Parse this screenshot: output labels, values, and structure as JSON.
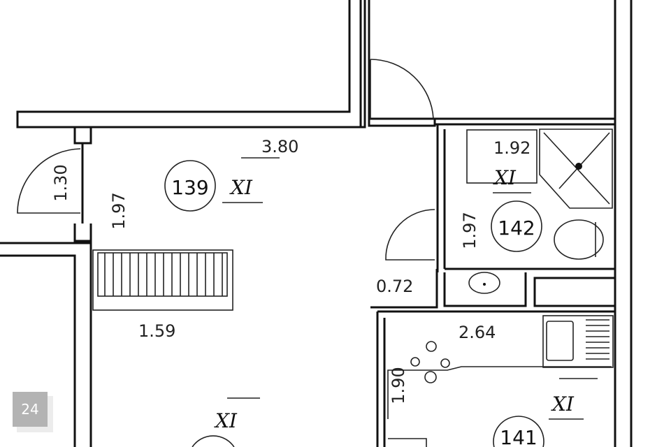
{
  "rooms": [
    {
      "number": "139",
      "class": "XI"
    },
    {
      "number": "142",
      "class": "XI"
    },
    {
      "number": "141",
      "class": "XI"
    }
  ],
  "extra_class_mark": "XI",
  "dimensions": {
    "d380": "3.80",
    "d130": "1.30",
    "d197a": "1.97",
    "d159": "1.59",
    "d192": "1.92",
    "d197b": "1.97",
    "d072": "0.72",
    "d264": "2.64",
    "d190": "1.90"
  },
  "page_badge": "24"
}
